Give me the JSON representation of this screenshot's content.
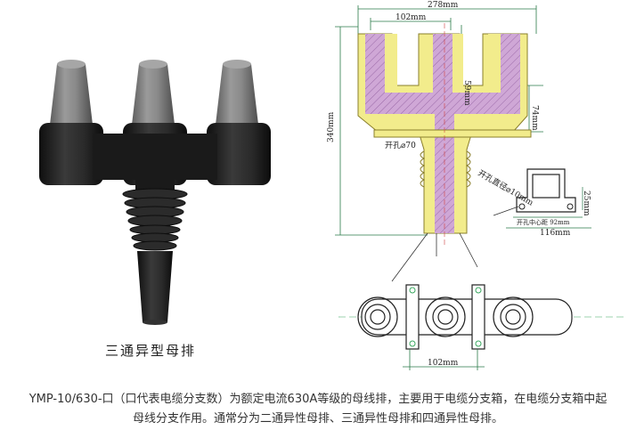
{
  "photo": {
    "label": "三通异型母排"
  },
  "drawing": {
    "dim_width_top": "278mm",
    "dim_spacing_top": "102mm",
    "dim_59": "59mm",
    "dim_height": "340mm",
    "dim_74": "74mm",
    "hole_label": "开孔⌀70",
    "hole_dia_label": "开孔直径⌀10mm",
    "detail_25": "25mm",
    "detail_92": "开孔中心距 92mm",
    "detail_116": "116mm",
    "dim_spacing_bottom": "102mm"
  },
  "caption": {
    "line1": "YMP-10/630-口（口代表电缆分支数）为额定电流630A等级的母线排，主要用于电缆分支箱，在电缆分支箱中起",
    "line2": "母线分支作用。通常分为二通异性母排、三通异性母排和四通异性母排。"
  },
  "colors": {
    "insulator_yellow": "#f2ec8c",
    "insulator_pink": "#cfa7d6",
    "dim_line": "#2a7a4a",
    "rubber_black": "#1f1f1f",
    "rubber_grey": "#7d7d7d"
  }
}
